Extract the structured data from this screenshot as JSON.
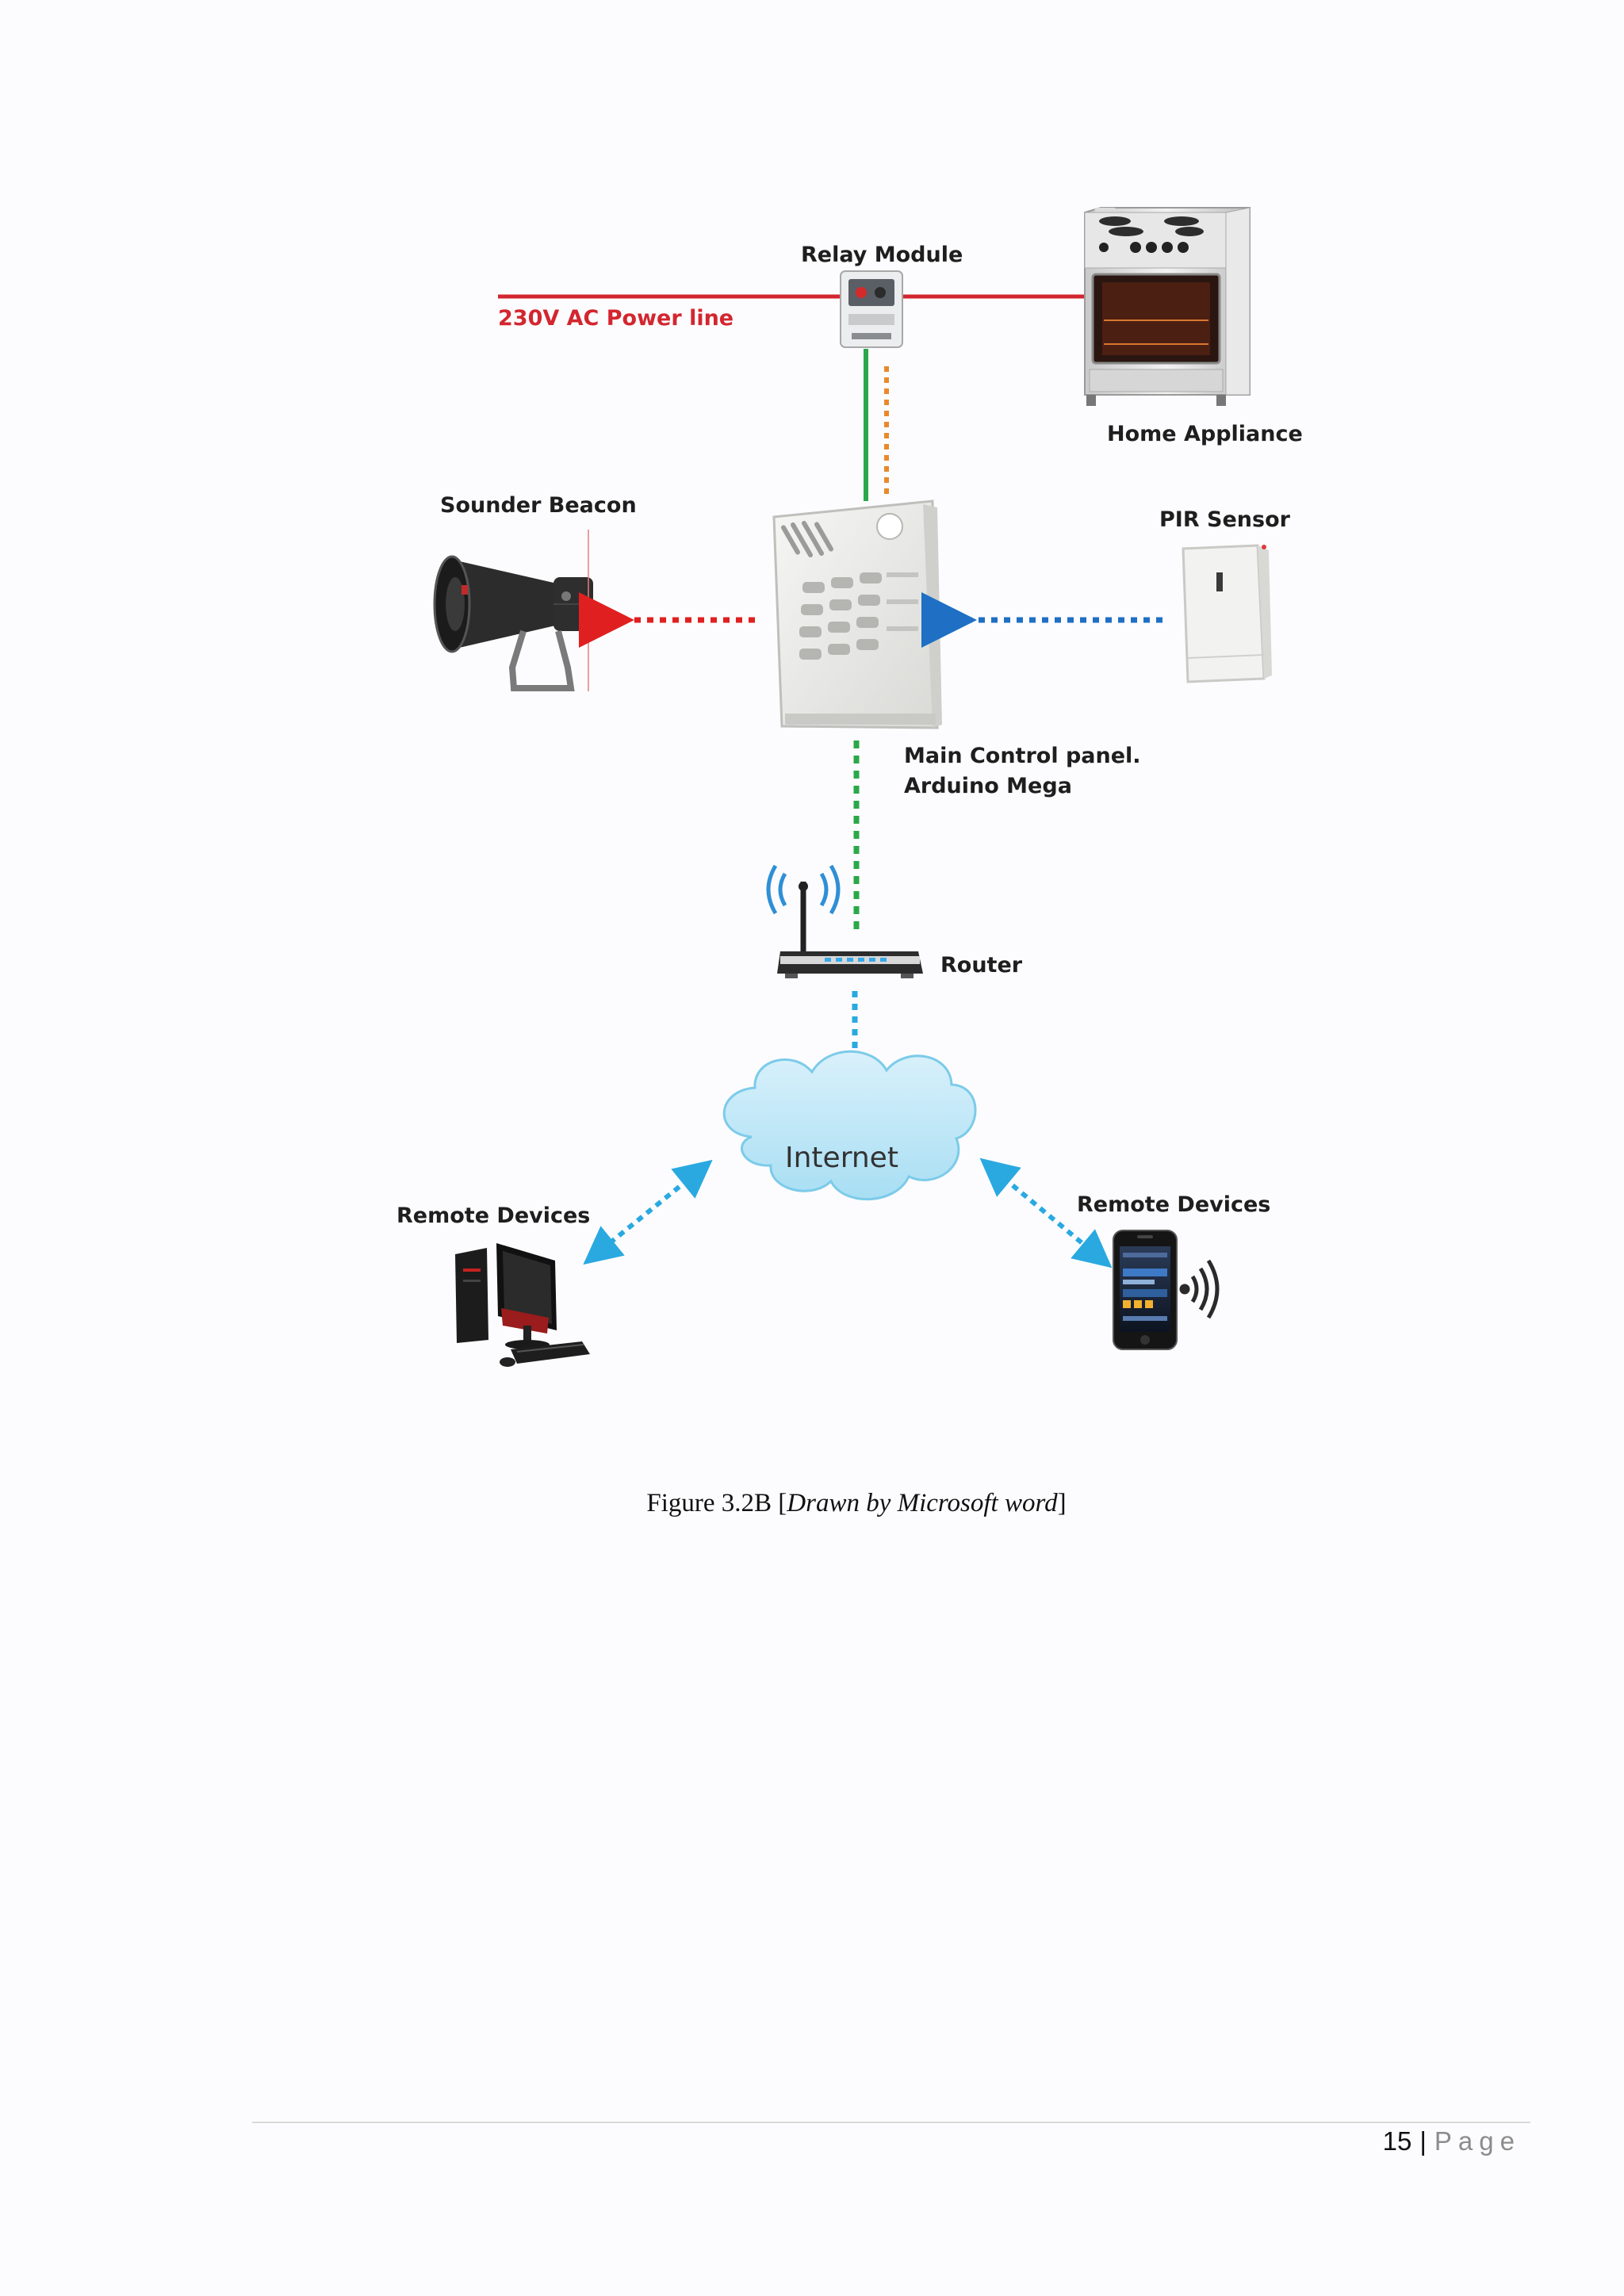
{
  "diagram": {
    "relay_module": "Relay Module",
    "power_line": "230V AC Power line",
    "home_appliance": "Home Appliance",
    "sounder_beacon": "Sounder Beacon",
    "pir_sensor": "PIR Sensor",
    "main_control_line1": "Main Control panel.",
    "main_control_line2": "Arduino Mega",
    "router": "Router",
    "internet": "Internet",
    "remote_devices_left": "Remote Devices",
    "remote_devices_right": "Remote Devices",
    "colors": {
      "power_line": "#d3262f",
      "alarm_link": "#e02020",
      "sensor_link": "#1f6fc4",
      "control_link": "#2aa84a",
      "relay_feedback": "#e8892c",
      "network_link": "#29a9e0"
    }
  },
  "caption": {
    "prefix": "Figure 3.2B [",
    "italic": "Drawn by Microsoft word",
    "suffix": "]"
  },
  "footer": {
    "page_number": "15",
    "separator": "|",
    "page_word": "Page"
  }
}
